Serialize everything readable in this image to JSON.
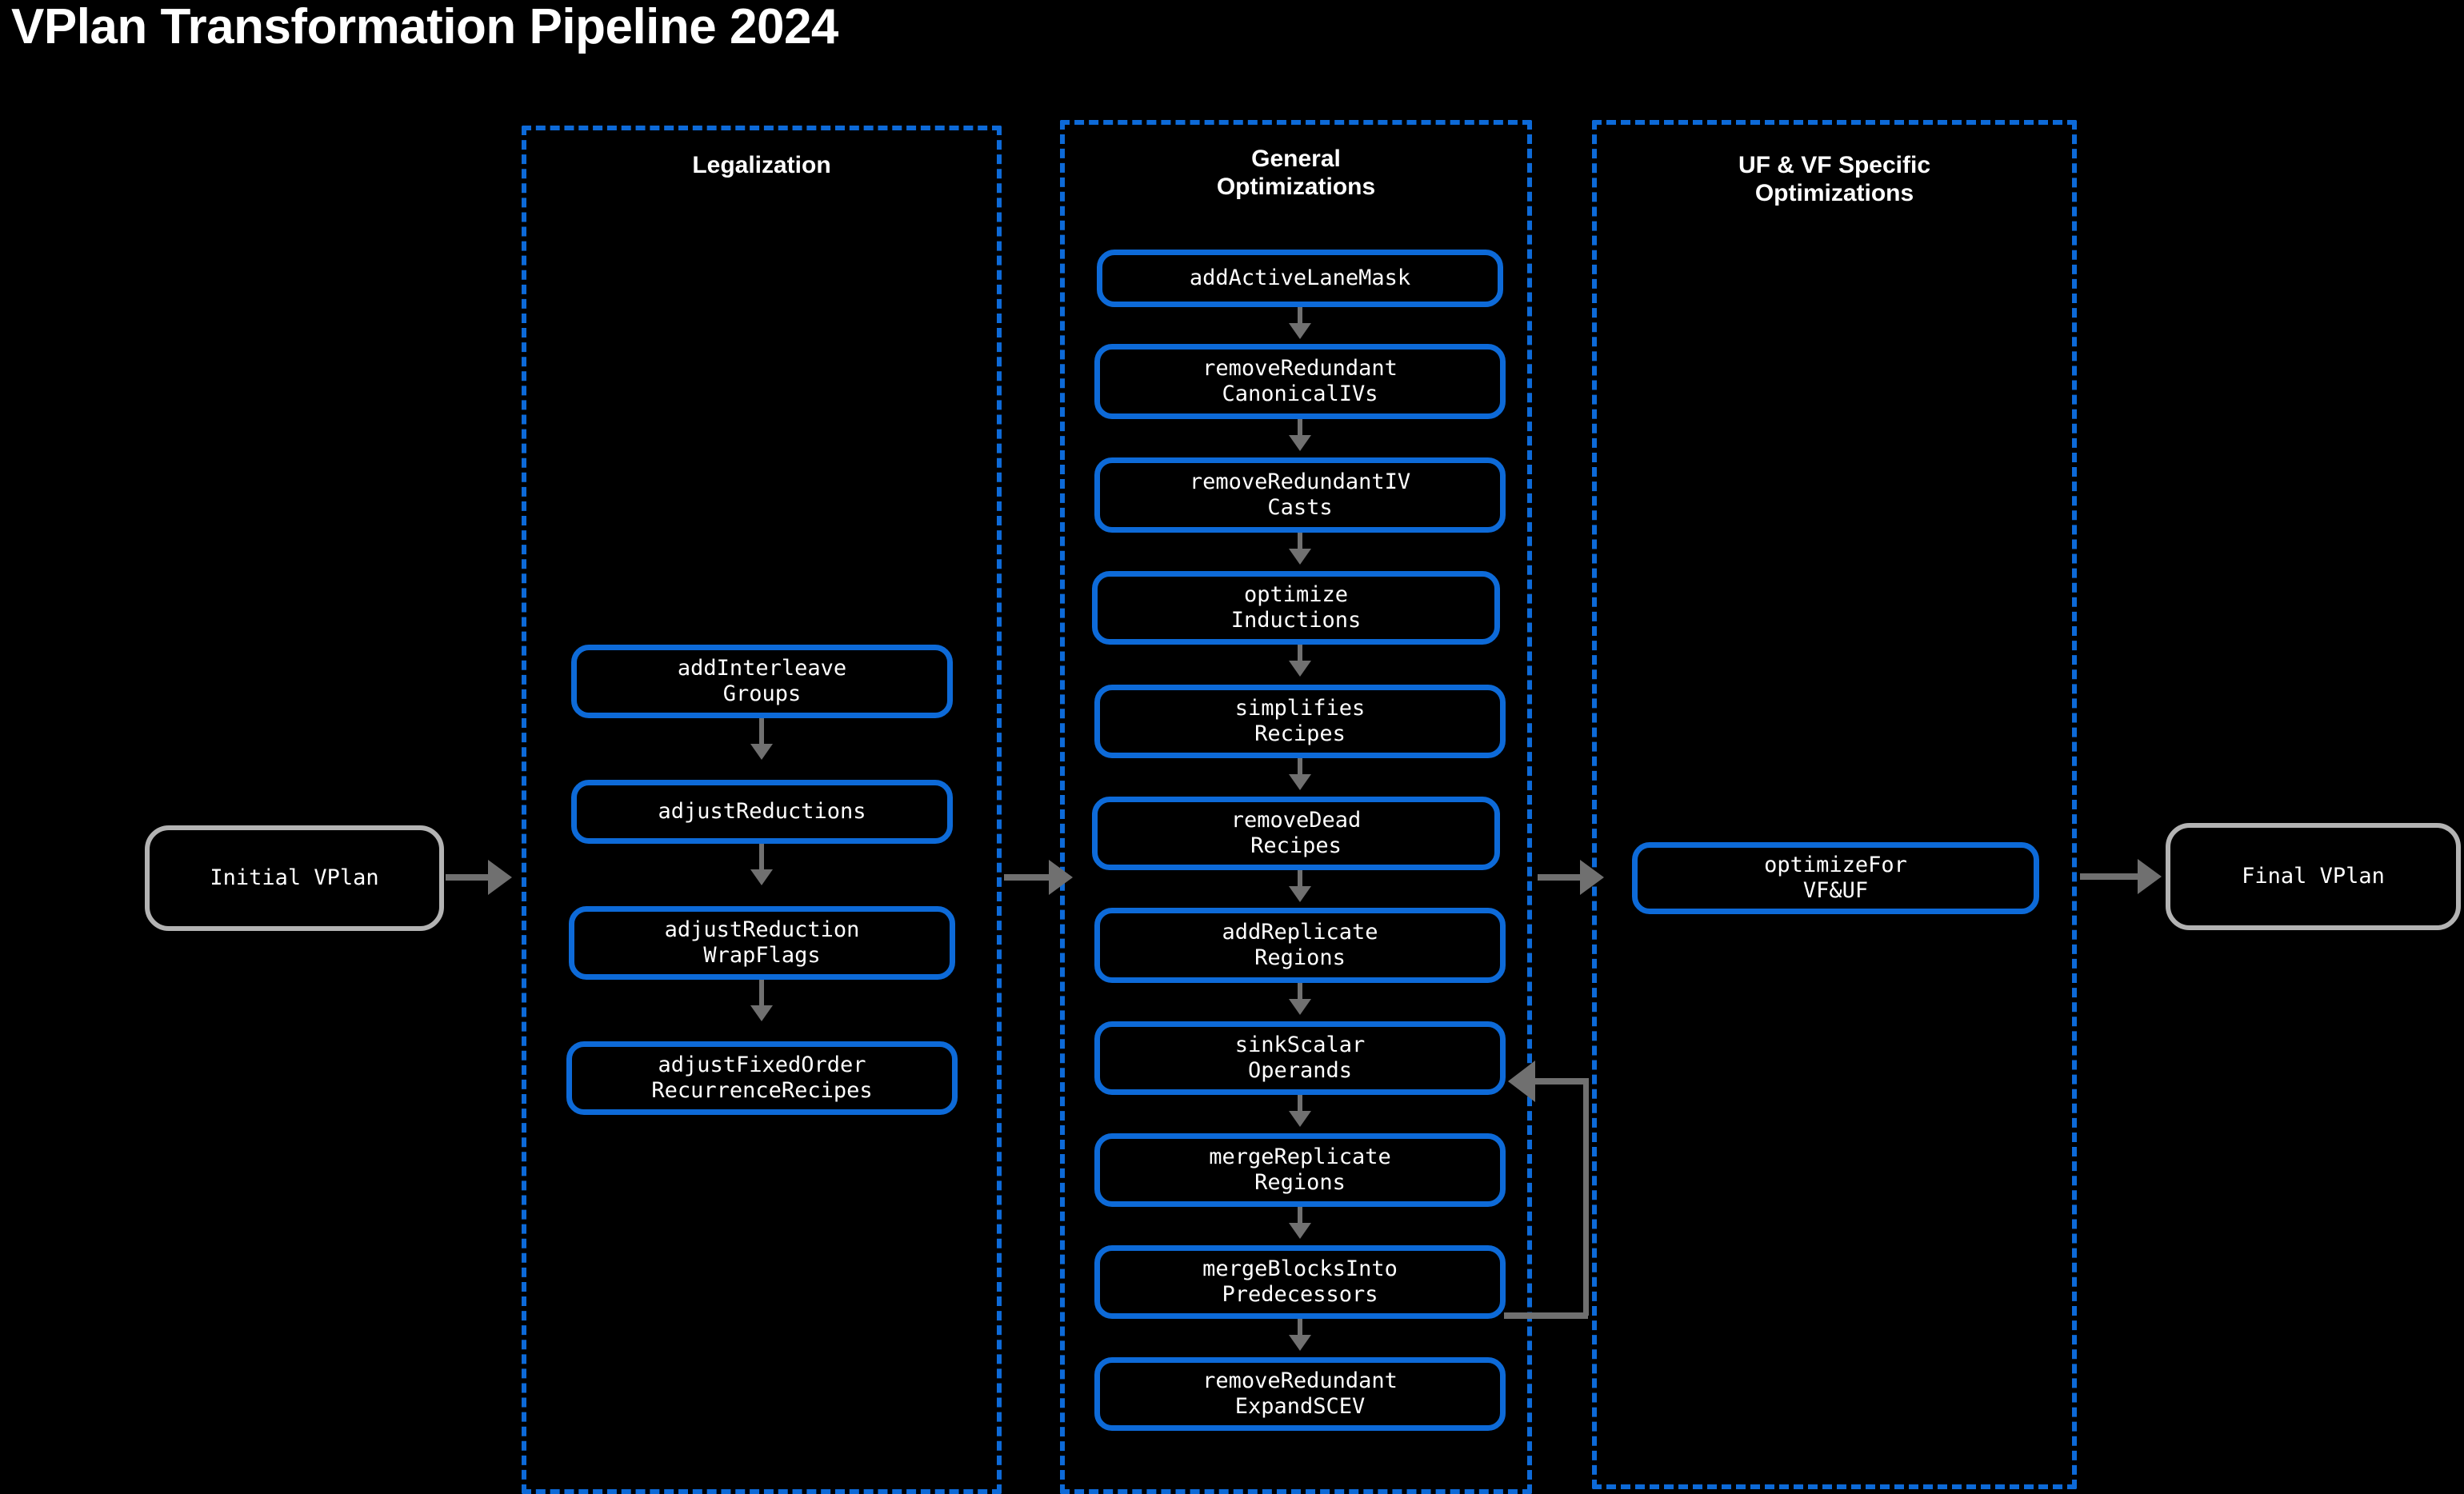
{
  "title": "VPlan Transformation Pipeline 2024",
  "theme": {
    "background": "#000000",
    "node_blue": "#0d6ad8",
    "node_gray": "#b3b3b3",
    "edge_gray": "#707070",
    "text": "#ffffff"
  },
  "endpoints": {
    "initial": "Initial VPlan",
    "final": "Final VPlan"
  },
  "clusters": [
    {
      "id": "legalization",
      "label": "Legalization",
      "nodes": [
        "addInterleave\nGroups",
        "adjustReductions",
        "adjustReduction\nWrapFlags",
        "adjustFixedOrder\nRecurrenceRecipes"
      ]
    },
    {
      "id": "general-optimizations",
      "label": "General\nOptimizations",
      "nodes": [
        "addActiveLaneMask",
        "removeRedundant\nCanonicalIVs",
        "removeRedundantIV\nCasts",
        "optimize\nInductions",
        "simplifies\nRecipes",
        "removeDead\nRecipes",
        "addReplicate\nRegions",
        "sinkScalar\nOperands",
        "mergeReplicate\nRegions",
        "mergeBlocksInto\nPredecessors",
        "removeRedundant\nExpandSCEV"
      ]
    },
    {
      "id": "uf-vf-specific-optimizations",
      "label": "UF & VF Specific\nOptimizations",
      "nodes": [
        "optimizeFor\nVF&UF"
      ]
    }
  ],
  "edges": {
    "feedback_from": "mergeBlocksInto\nPredecessors",
    "feedback_to": "sinkScalar\nOperands"
  }
}
